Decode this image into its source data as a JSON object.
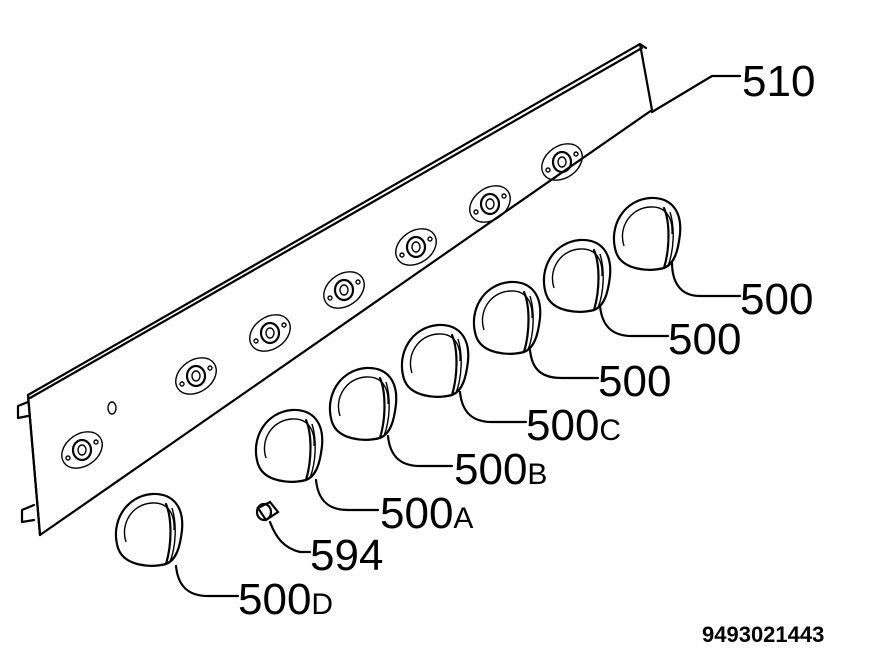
{
  "labels": {
    "panel": "510",
    "knob_1": "500",
    "knob_2": "500",
    "knob_3": "500",
    "knob_c_num": "500",
    "knob_c_suffix": "C",
    "knob_b_num": "500",
    "knob_b_suffix": "B",
    "knob_a_num": "500",
    "knob_a_suffix": "A",
    "knob_d_num": "500",
    "knob_d_suffix": "D",
    "spindle": "594"
  },
  "document_number": "9493021443"
}
